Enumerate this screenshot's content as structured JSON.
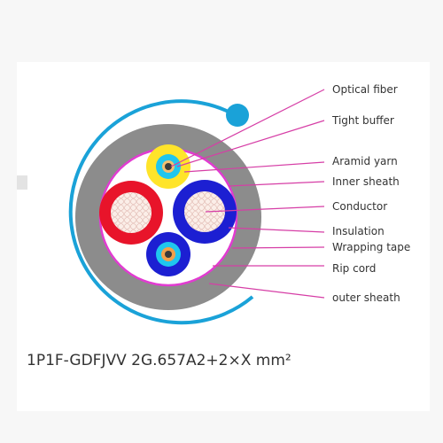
{
  "diagram": {
    "caption": "1P1F-GDFJVV 2G.657A2+2×X mm²",
    "labels": {
      "optical_fiber": "Optical fiber",
      "tight_buffer": "Tight buffer",
      "aramid_yarn": "Aramid yarn",
      "inner_sheath": "Inner sheath",
      "conductor": "Conductor",
      "insulation": "Insulation",
      "wrapping_tape": "Wrapping tape",
      "rip_cord": "Rip cord",
      "outer_sheath": "outer sheath"
    },
    "colors": {
      "leader": "#d63ea6",
      "outer_ring": "#1aa2d8",
      "outer_sheath": "#8c8c8c",
      "wrapping_tape": "#e13bd1",
      "insulation_red": "#e8142a",
      "insulation_blue": "#1c1fd2",
      "fiber_yellow": "#ffe42a",
      "fiber_cyan": "#1fc6ee",
      "conductor": "#f9e6df"
    }
  }
}
